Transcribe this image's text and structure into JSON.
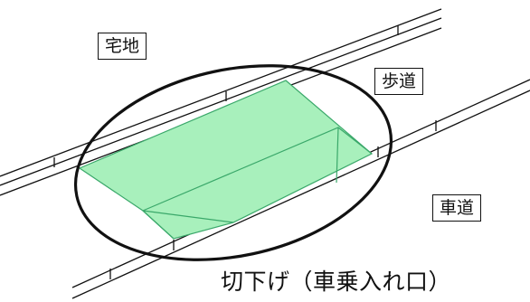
{
  "labels": {
    "residential": "宅地",
    "sidewalk": "歩道",
    "roadway": "車道"
  },
  "caption": "切下げ（車乗入れ口）",
  "colors": {
    "cut_area_fill": "#a8f0bc",
    "cut_area_stroke": "#3aa86a",
    "line": "#111111"
  }
}
